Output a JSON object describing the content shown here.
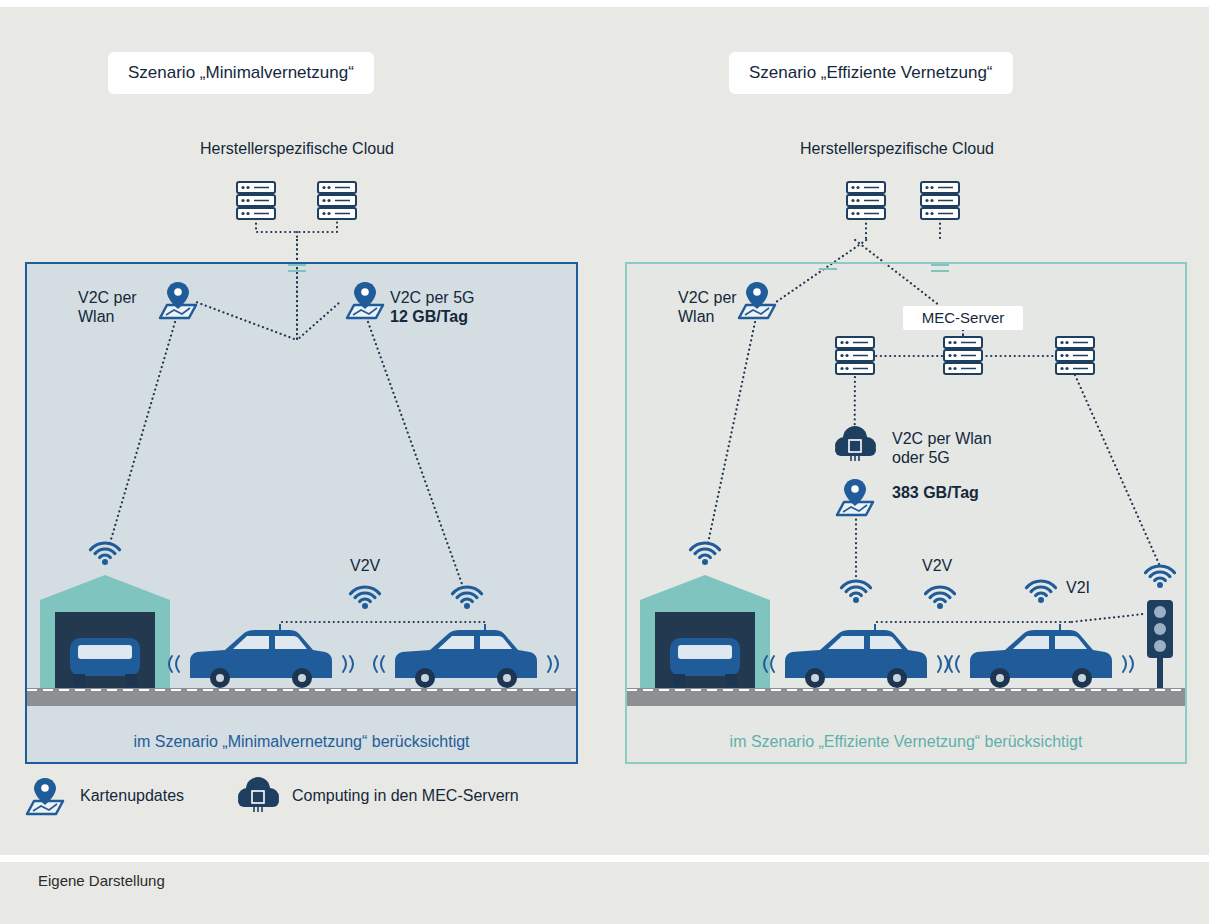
{
  "diagram": {
    "caption": "Eigene Darstellung",
    "nodes": [
      {
        "text": [
          "Szenario „Minimalvernetzung“"
        ]
      },
      {
        "text": [
          "Herstellerspezifische Cloud"
        ]
      },
      {
        "text": [
          "im Szenario „Minimalvernetzung“ berücksichtigt"
        ]
      },
      {
        "text": [
          "V2C per Wlan"
        ],
        "in": 2
      },
      {
        "text": [
          "V2C per 5G",
          "12 GB/Tag"
        ],
        "in": 2
      },
      {
        "text": [
          "Szenario „Effiziente Vernetzung“"
        ]
      },
      {
        "text": [
          "Herstellerspezifische Cloud"
        ]
      },
      {
        "text": [
          "im Szenario „Effiziente Vernetzung“ berücksichtigt"
        ]
      },
      {
        "text": [
          "MEC-Server"
        ],
        "in": 7
      },
      {
        "text": [
          "V2C per Wlan"
        ],
        "in": 7
      },
      {
        "text": [
          "V2C per Wlan oder 5G",
          "383 GB/Tag"
        ],
        "in": 7
      }
    ],
    "edges": [
      {
        "from": 1,
        "to": 3,
        "arrow": "none"
      },
      {
        "from": 1,
        "to": 4,
        "arrow": "none"
      },
      {
        "from": 6,
        "to": 9,
        "arrow": "none"
      },
      {
        "from": 6,
        "to": 8,
        "arrow": "none"
      },
      {
        "from": 8,
        "to": 10,
        "arrow": "none"
      }
    ],
    "labels": [
      "V2V",
      "V2V",
      "V2I"
    ],
    "legend": [
      {
        "text": "Kartenupdates"
      },
      {
        "text": "Computing in den MEC-Servern"
      }
    ]
  }
}
